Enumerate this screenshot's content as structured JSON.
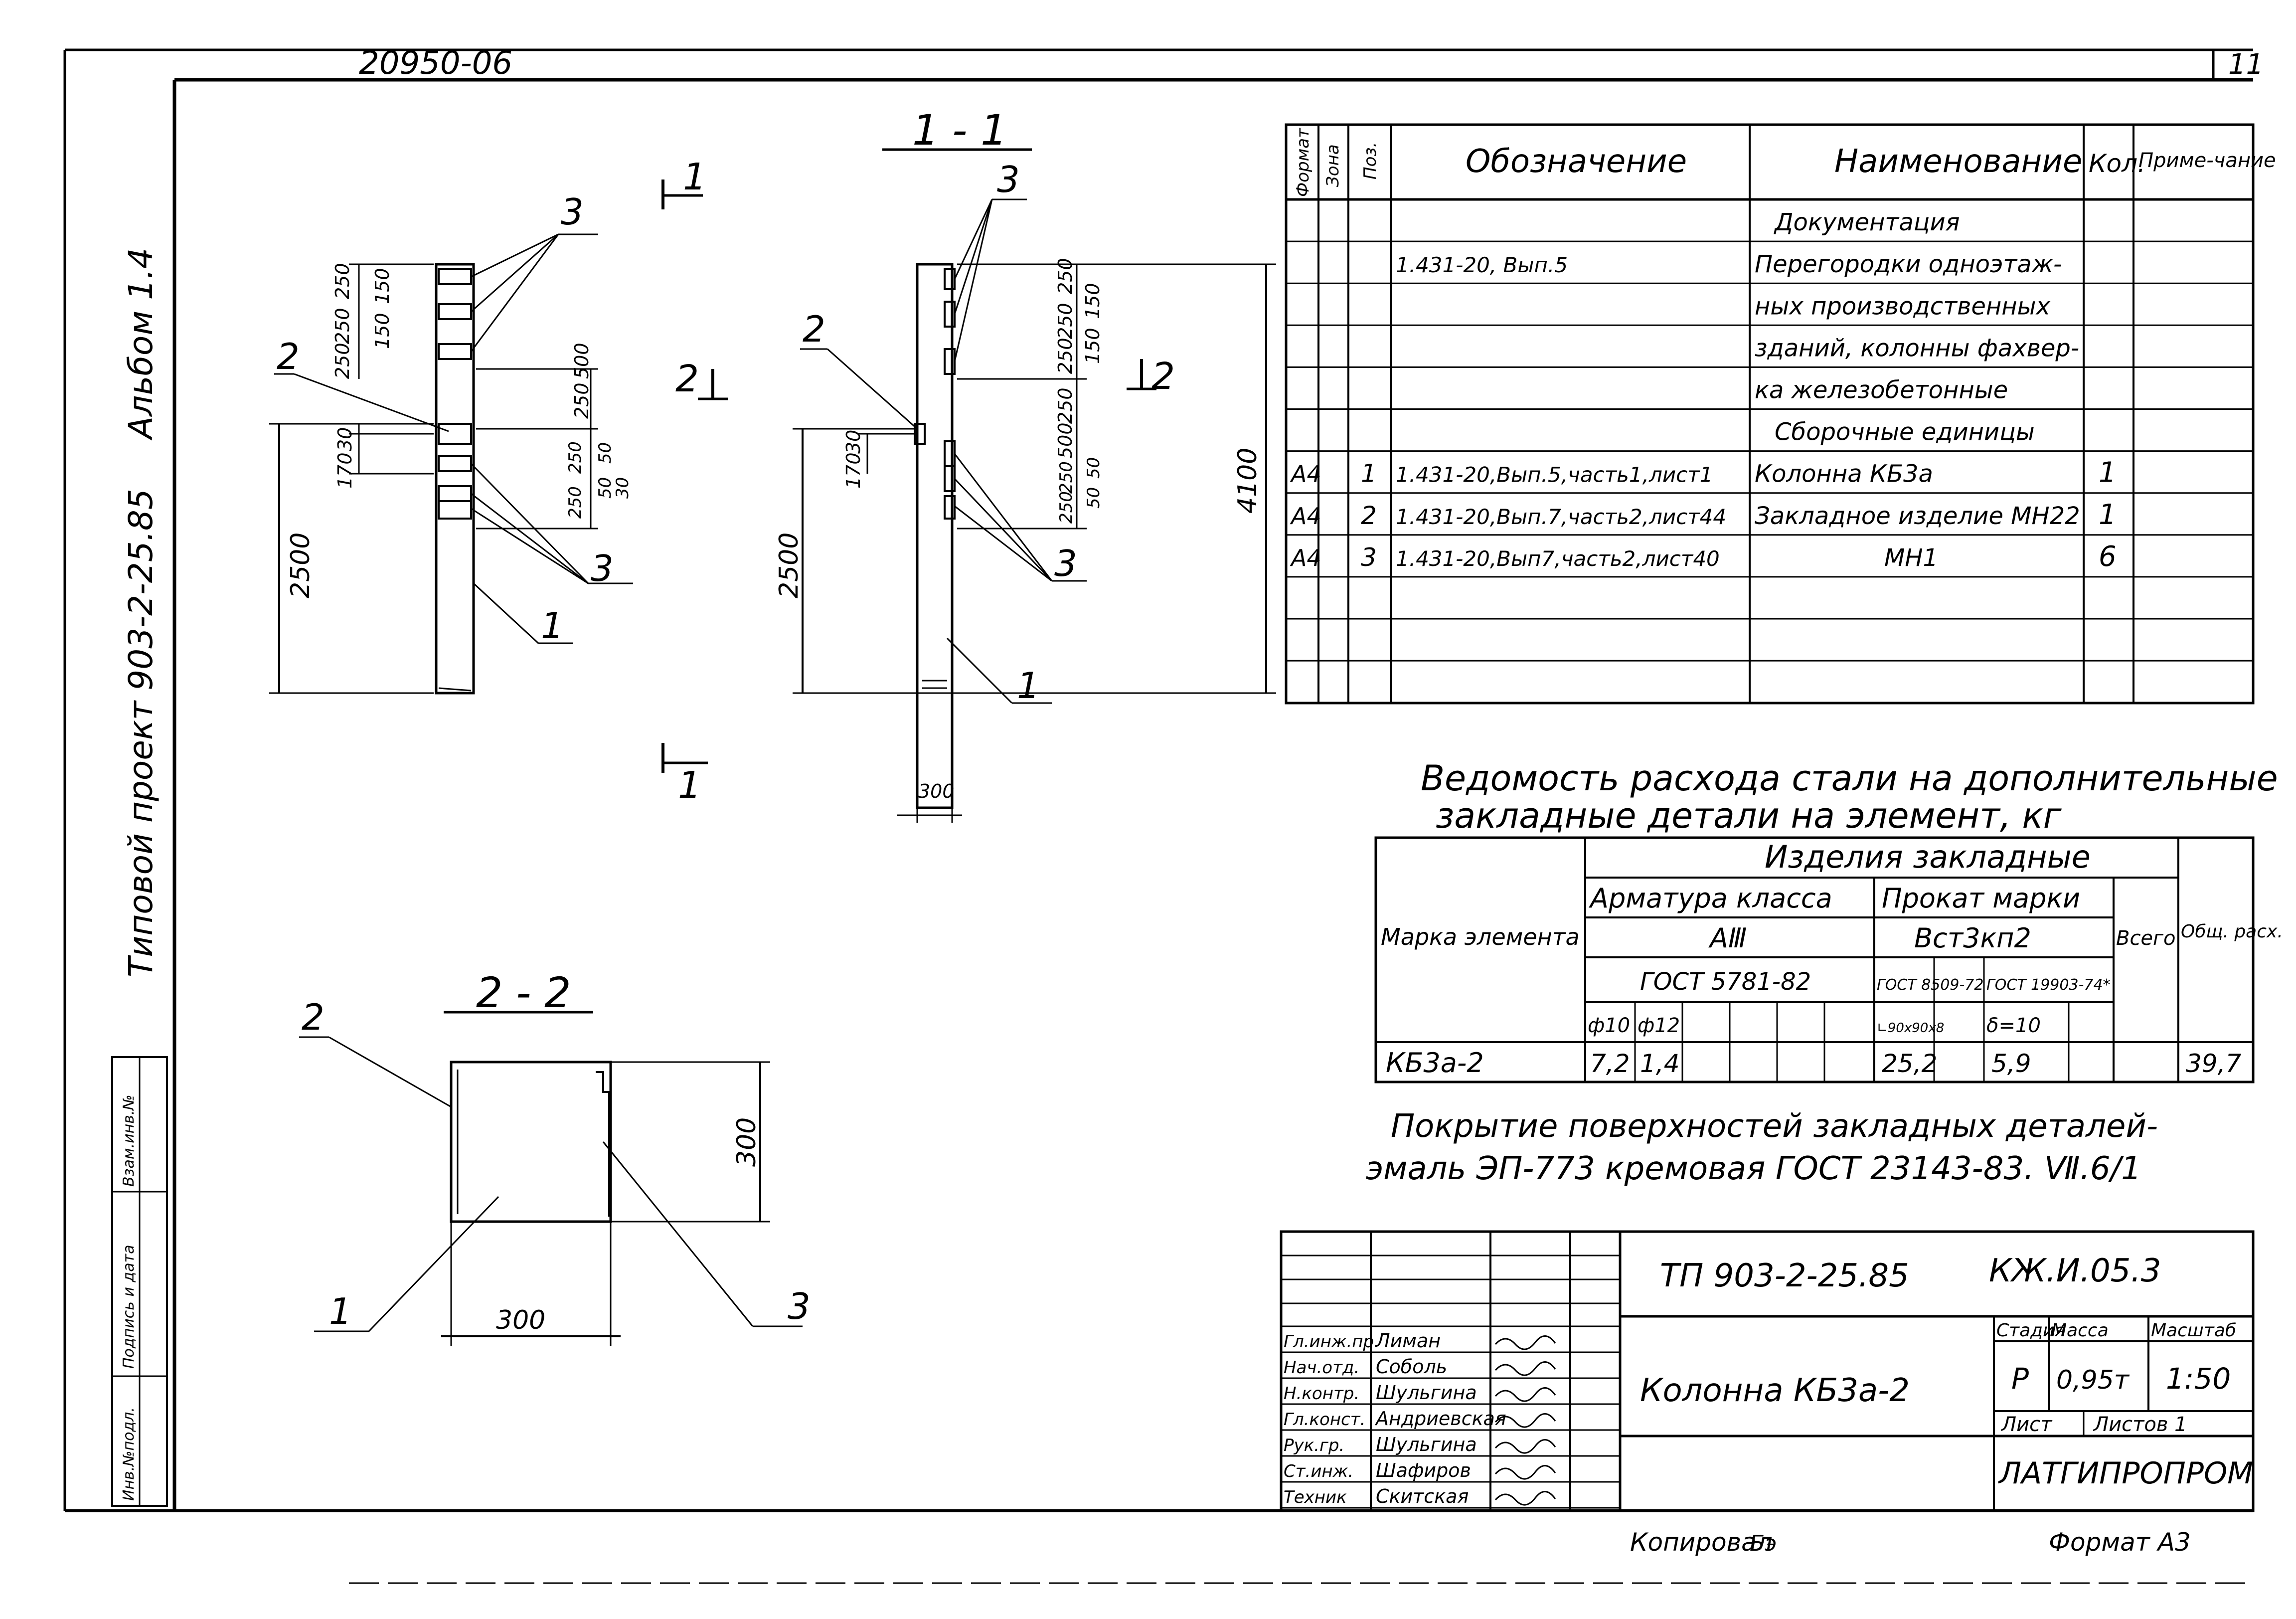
{
  "sheet": {
    "archive_number": "20950-06",
    "sheet_corner_number": "11",
    "side_album": "Альбом 1.4",
    "side_project": "Типовой проект 903-2-25.85",
    "side_stamp": {
      "cols": [
        "Инв.№подл.",
        "Подпись и дата",
        "Взам.инв.№"
      ]
    },
    "copied_by": "Копировал",
    "copied_by_signature": "Бэ",
    "format": "Формат А3"
  },
  "views": {
    "front": {
      "section_mark_top": "1",
      "section_mark_bottom": "1",
      "section_mark_side": "2",
      "dims": {
        "total": "2500",
        "d170": "170",
        "d30": "30",
        "top_stack": [
          "250",
          "250",
          "250",
          "150",
          "150"
        ],
        "mid_stack": [
          "250",
          "500"
        ],
        "low_stack": [
          "250",
          "250",
          "50",
          "50",
          "30"
        ]
      },
      "leaders": {
        "p1": "1",
        "p2": "2",
        "p3_top": "3",
        "p3_bottom": "3"
      }
    },
    "section_1_1": {
      "title": "1 - 1",
      "section_mark_left": "2",
      "section_mark_right": "2",
      "dims": {
        "total": "2500",
        "height": "4100",
        "width": "300",
        "d170": "170",
        "d30": "30",
        "top_stack": [
          "250",
          "250",
          "250",
          "150",
          "150"
        ],
        "mid_stack": [
          "250",
          "500"
        ],
        "low_stack": [
          "250",
          "250",
          "50",
          "50"
        ]
      },
      "leaders": {
        "p1": "1",
        "p2": "2",
        "p3_top": "3",
        "p3_bottom": "3"
      }
    },
    "section_2_2": {
      "title": "2 - 2",
      "dims": {
        "width": "300",
        "height": "300"
      },
      "leaders": {
        "p1": "1",
        "p2": "2",
        "p3": "3"
      }
    }
  },
  "spec_table": {
    "headers": {
      "format": "Формат",
      "zone": "Зона",
      "pos": "Поз.",
      "designation": "Обозначение",
      "name": "Наименование",
      "qty": "Кол.",
      "note": "Приме-чание"
    },
    "rows": [
      {
        "format": "",
        "pos": "",
        "designation": "",
        "name": "Документация",
        "qty": ""
      },
      {
        "format": "",
        "pos": "",
        "designation": "1.431-20, Вып.5",
        "name": "Перегородки одноэтаж-",
        "qty": ""
      },
      {
        "format": "",
        "pos": "",
        "designation": "",
        "name": "ных производственных",
        "qty": ""
      },
      {
        "format": "",
        "pos": "",
        "designation": "",
        "name": "зданий, колонны фахвер-",
        "qty": ""
      },
      {
        "format": "",
        "pos": "",
        "designation": "",
        "name": "ка железобетонные",
        "qty": ""
      },
      {
        "format": "",
        "pos": "",
        "designation": "",
        "name": "Сборочные единицы",
        "qty": ""
      },
      {
        "format": "А4",
        "pos": "1",
        "designation": "1.431-20,Вып.5,часть1,лист1",
        "name": "Колонна КБ3а",
        "qty": "1"
      },
      {
        "format": "А4",
        "pos": "2",
        "designation": "1.431-20,Вып.7,часть2,лист44",
        "name": "Закладное изделие МН22",
        "qty": "1"
      },
      {
        "format": "А4",
        "pos": "3",
        "designation": "1.431-20,Вып7,часть2,лист40",
        "name": "МН1",
        "qty": "6"
      },
      {
        "format": "",
        "pos": "",
        "designation": "",
        "name": "",
        "qty": ""
      },
      {
        "format": "",
        "pos": "",
        "designation": "",
        "name": "",
        "qty": ""
      },
      {
        "format": "",
        "pos": "",
        "designation": "",
        "name": "",
        "qty": ""
      }
    ]
  },
  "steel_table": {
    "title_line1": "Ведомость расхода стали на дополнительные",
    "title_line2": "закладные детали на элемент, кг",
    "col_mark": "Марка элемента",
    "group": "Изделия закладные",
    "armature": "Арматура класса",
    "armature_class": "АⅢ",
    "armature_gost": "ГОСТ 5781-82",
    "rolled": "Прокат марки",
    "rolled_grade": "Вст3кп2",
    "rolled_gost_1": "ГОСТ 8509-72",
    "rolled_gost_2": "ГОСТ 19903-74*",
    "d10": "ф10",
    "d12": "ф12",
    "angle": "∟90x90x8",
    "plate": "δ=10",
    "total": "Всего",
    "grand_total": "Общ. расх.",
    "row": {
      "mark": "КБ3а-2",
      "d10": "7,2",
      "d12": "1,4",
      "angle": "25,2",
      "plate": "5,9",
      "grand_total": "39,7"
    }
  },
  "coating_note": {
    "line1": "Покрытие поверхностей закладных деталей-",
    "line2": "эмаль ЭП-773 кремовая ГОСТ 23143-83. Ⅶ.6/1"
  },
  "title_block": {
    "project_code": "ТП 903-2-25.85",
    "doc_code": "КЖ.И.05.3",
    "stage_label": "Стадия",
    "mass_label": "Масса",
    "scale_label": "Масштаб",
    "stage": "Р",
    "mass": "0,95т",
    "scale": "1:50",
    "sheet_label": "Лист",
    "sheets_label": "Листов 1",
    "element_name": "Колонна КБ3а-2",
    "org": "ЛАТГИПРОПРОМ",
    "people": [
      {
        "role": "Гл.инж.пр.",
        "name": "Лиман"
      },
      {
        "role": "Нач.отд.",
        "name": "Соболь"
      },
      {
        "role": "Н.контр.",
        "name": "Шульгина"
      },
      {
        "role": "Гл.конст.",
        "name": "Андриевская"
      },
      {
        "role": "Рук.гр.",
        "name": "Шульгина"
      },
      {
        "role": "Ст.инж.",
        "name": "Шафиров"
      },
      {
        "role": "Техник",
        "name": "Скитская"
      }
    ]
  }
}
